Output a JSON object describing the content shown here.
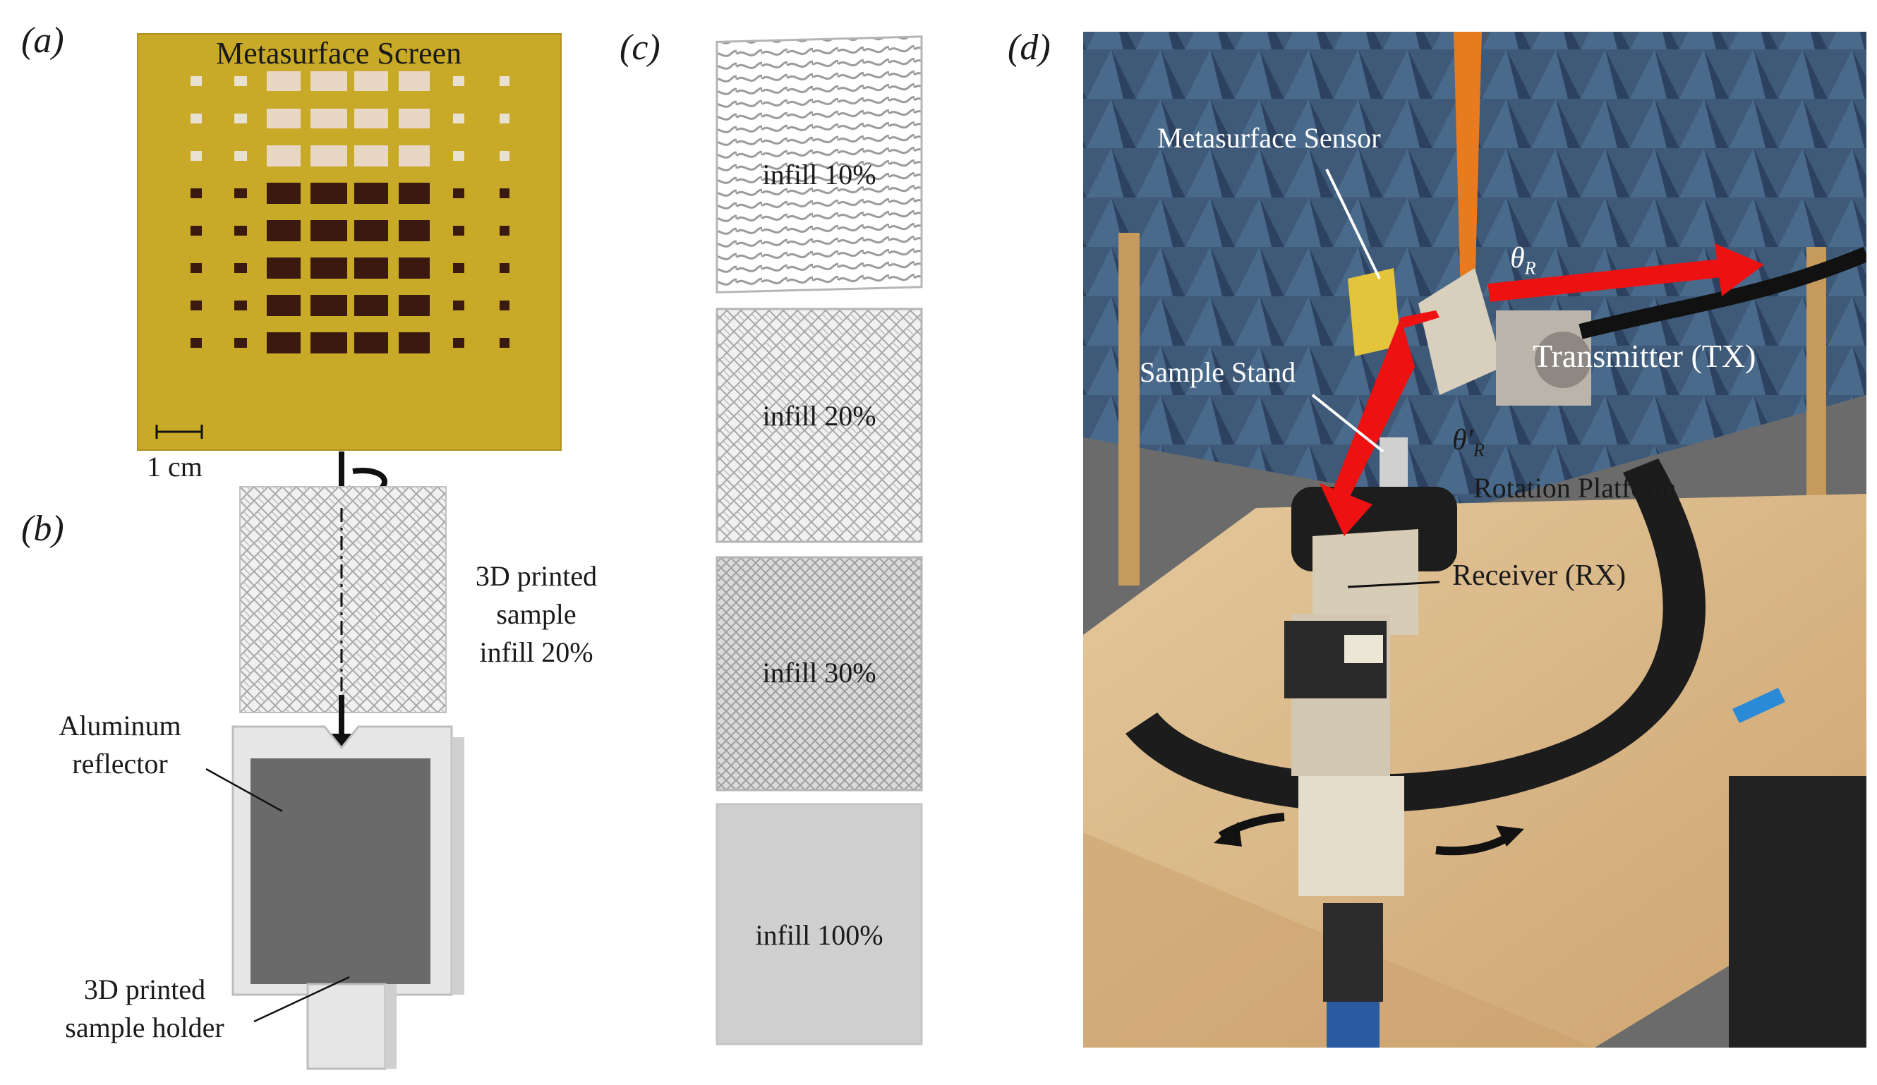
{
  "panels": {
    "a": {
      "letter": "(a)",
      "title": "Metasurface Screen",
      "scale_label": "1 cm",
      "colors": {
        "substrate": "#c8a928",
        "hole_light": "#e9d7c5",
        "hole_dark": "#3a1a10"
      }
    },
    "b": {
      "letter": "(b)",
      "sample_label": [
        "3D printed",
        "sample",
        "infill 20%"
      ],
      "reflector_label": [
        "Aluminum",
        "reflector"
      ],
      "holder_label": [
        "3D printed",
        "sample holder"
      ]
    },
    "c": {
      "letter": "(c)",
      "samples": [
        {
          "label": "infill 10%"
        },
        {
          "label": "infill 20%"
        },
        {
          "label": "infill 30%"
        },
        {
          "label": "infill 100%"
        }
      ]
    },
    "d": {
      "letter": "(d)",
      "labels": {
        "sensor": "Metasurface Sensor",
        "stand": "Sample Stand",
        "transmitter": "Transmitter (TX)",
        "platform": "Rotation Platform",
        "receiver": "Receiver (RX)",
        "theta_r": "θ",
        "theta_r_sub": "R",
        "theta_r_prime": "θ′",
        "theta_r_prime_sub": "R"
      },
      "colors": {
        "beam": "#ee1111",
        "foam": "#3e5a78",
        "wood": "#d8b98a"
      }
    }
  }
}
